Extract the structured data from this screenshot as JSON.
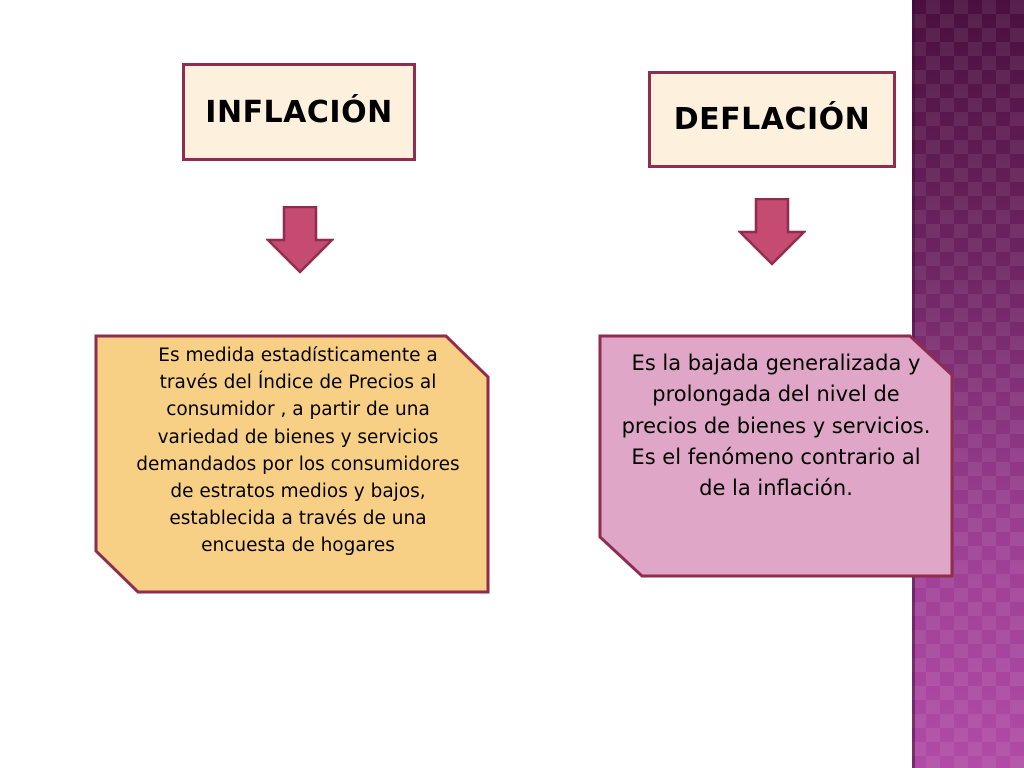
{
  "colors": {
    "title_box_fill": "#fdf1de",
    "border": "#8e2d4e",
    "arrow_fill": "#c54b73",
    "inflation_box_fill": "#f8d085",
    "deflation_box_fill": "#e0a6c7",
    "side_band": "#8a3a83"
  },
  "inflacion": {
    "title": "INFLACIÓN",
    "description": "Es medida estadísticamente a través del Índice de Precios al consumidor , a partir  de una variedad de bienes y servicios demandados por los consumidores de estratos medios y bajos, establecida a través de una encuesta de hogares"
  },
  "deflacion": {
    "title": "DEFLACIÓN",
    "description": "Es la bajada generalizada y prolongada  del nivel de precios de bienes y servicios. Es el fenómeno contrario al de la inflación."
  },
  "icons": {
    "arrow": "down-arrow-icon"
  }
}
